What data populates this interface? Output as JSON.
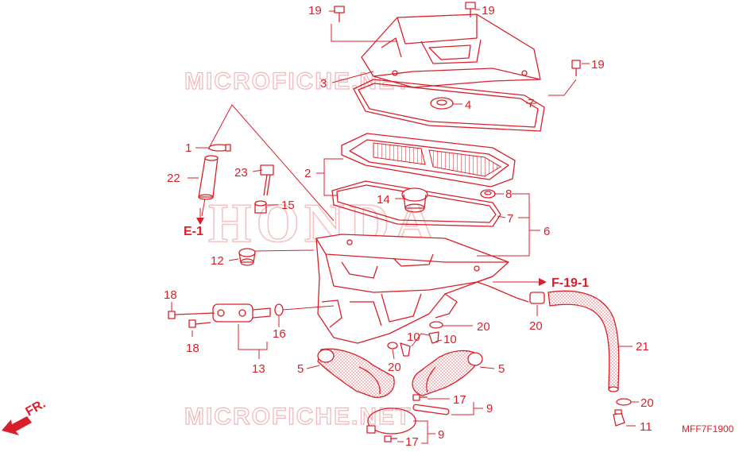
{
  "watermark": {
    "top": "MICROFICHE.NET",
    "bottom": "MICROFICHE.NET",
    "brand": "HONDA"
  },
  "refs": {
    "e1": "E-1",
    "f191": "F-19-1",
    "front": "FR.",
    "code": "MFF7F1900"
  },
  "callouts": {
    "c1": "1",
    "c2": "2",
    "c3": "3",
    "c4": "4",
    "c5a": "5",
    "c5b": "5",
    "c6": "6",
    "c7a": "7",
    "c7b": "7",
    "c8": "8",
    "c9a": "9",
    "c9b": "9",
    "c10a": "10",
    "c10b": "10",
    "c11": "11",
    "c12": "12",
    "c13": "13",
    "c14": "14",
    "c15": "15",
    "c16": "16",
    "c17a": "17",
    "c17b": "17",
    "c18a": "18",
    "c18b": "18",
    "c19a": "19",
    "c19b": "19",
    "c19c": "19",
    "c20a": "20",
    "c20b": "20",
    "c20c": "20",
    "c20d": "20",
    "c21": "21",
    "c22": "22",
    "c23": "23"
  },
  "colors": {
    "line": "#d9202a",
    "watermark": "#f2b6b8",
    "background": "#ffffff"
  }
}
